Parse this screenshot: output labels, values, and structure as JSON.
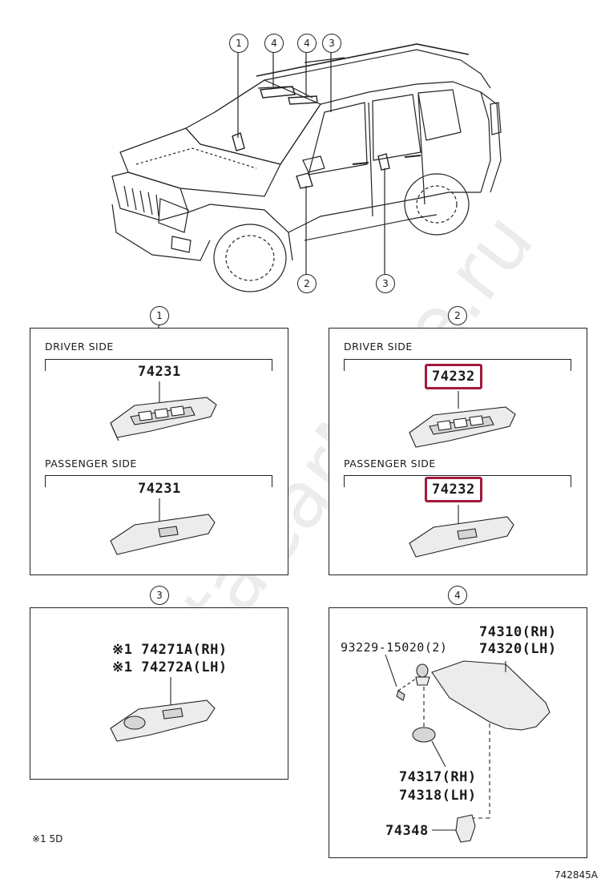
{
  "diagram_code": "742845A",
  "watermark_text": "ToyotaCarMine.ru",
  "callouts": {
    "car_top": [
      "1",
      "4",
      "4",
      "3"
    ],
    "car_bottom": [
      "2",
      "3"
    ],
    "panel_1": "1",
    "panel_2": "2",
    "panel_3": "3",
    "panel_4": "4"
  },
  "panel_1": {
    "driver_label": "DRIVER  SIDE",
    "driver_part": "74231",
    "passenger_label": "PASSENGER  SIDE",
    "passenger_part": "74231"
  },
  "panel_2": {
    "driver_label": "DRIVER  SIDE",
    "driver_part": "74232",
    "passenger_label": "PASSENGER  SIDE",
    "passenger_part": "74232",
    "highlight_color": "#a3193b"
  },
  "panel_3": {
    "part_rh": "※1 74271A(RH)",
    "part_lh": "※1 74272A(LH)"
  },
  "panel_4": {
    "screw": "93229-15020(2)",
    "visor_rh": "74310(RH)",
    "visor_lh": "74320(LH)",
    "holder_rh": "74317(RH)",
    "holder_lh": "74318(LH)",
    "clip": "74348"
  },
  "footnote": "※1  5D"
}
